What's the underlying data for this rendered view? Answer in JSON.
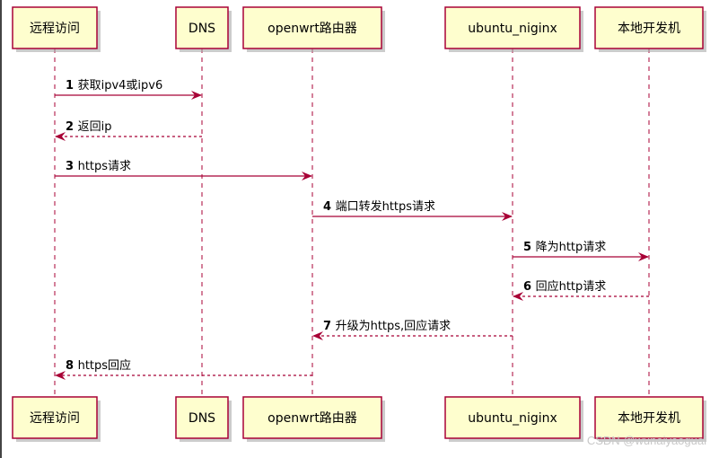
{
  "participants": [
    {
      "id": "remote",
      "label": "远程访问"
    },
    {
      "id": "dns",
      "label": "DNS"
    },
    {
      "id": "openwrt",
      "label": "openwrt路由器"
    },
    {
      "id": "ubuntu",
      "label": "ubuntu_niginx"
    },
    {
      "id": "local",
      "label": "本地开发机"
    }
  ],
  "messages": [
    {
      "num": "1",
      "text": "获取ipv4或ipv6",
      "from": "remote",
      "to": "dns",
      "style": "solid"
    },
    {
      "num": "2",
      "text": "返回ip",
      "from": "dns",
      "to": "remote",
      "style": "dashed"
    },
    {
      "num": "3",
      "text": "https请求",
      "from": "remote",
      "to": "openwrt",
      "style": "solid"
    },
    {
      "num": "4",
      "text": "端口转发https请求",
      "from": "openwrt",
      "to": "ubuntu",
      "style": "solid"
    },
    {
      "num": "5",
      "text": "降为http请求",
      "from": "ubuntu",
      "to": "local",
      "style": "solid"
    },
    {
      "num": "6",
      "text": "回应http请求",
      "from": "local",
      "to": "ubuntu",
      "style": "dashed"
    },
    {
      "num": "7",
      "text": "升级为https,回应请求",
      "from": "ubuntu",
      "to": "openwrt",
      "style": "dashed"
    },
    {
      "num": "8",
      "text": "https回应",
      "from": "openwrt",
      "to": "remote",
      "style": "dashed"
    }
  ],
  "colors": {
    "box_fill": "#fefece",
    "box_stroke": "#a80036",
    "arrow": "#a80036"
  },
  "watermark": "CSDN @wunaiyaoguai"
}
